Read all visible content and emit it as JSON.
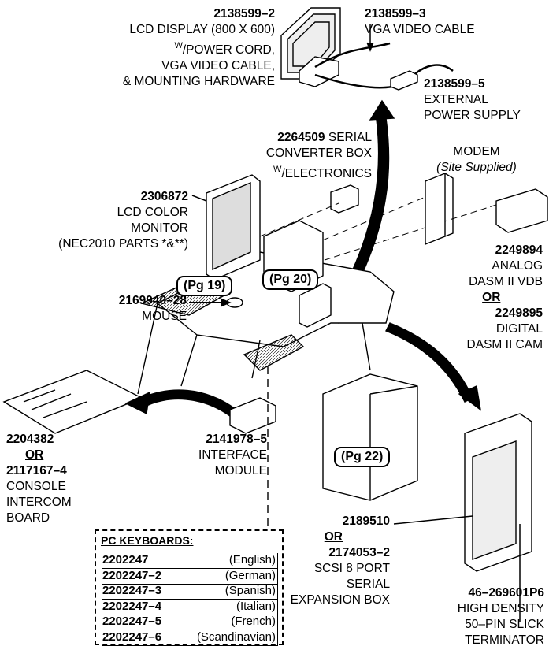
{
  "labels": {
    "lcd_display": {
      "pn": "2138599–2",
      "l1": "LCD DISPLAY (800 X 600)",
      "l2_sup": "W",
      "l2": "/POWER CORD,",
      "l3": "VGA VIDEO CABLE,",
      "l4": "& MOUNTING HARDWARE"
    },
    "vga_cable": {
      "pn": "2138599–3",
      "l1": "VGA VIDEO CABLE"
    },
    "power_supply": {
      "pn": "2138599–5",
      "l1": "EXTERNAL",
      "l2": "POWER SUPPLY"
    },
    "serial_converter": {
      "pn": "2264509",
      "l1": " SERIAL",
      "l2": "CONVERTER BOX",
      "l3_sup": "W",
      "l3": "/ELECTRONICS"
    },
    "modem": {
      "l1": "MODEM",
      "l2": "(Site Supplied)"
    },
    "lcd_monitor": {
      "pn": "2306872",
      "l1": "LCD COLOR",
      "l2": "MONITOR",
      "l3": "(NEC2010 PARTS *&**)"
    },
    "dasm": {
      "pn1": "2249894",
      "l1": "ANALOG",
      "l2": "DASM II VDB",
      "or": "OR",
      "pn2": "2249895",
      "l3": "DIGITAL",
      "l4": "DASM II CAM"
    },
    "mouse": {
      "pn": "2169940–28",
      "l1": "MOUSE"
    },
    "intercom": {
      "pn1": "2204382",
      "or": "OR",
      "pn2": "2117167–4",
      "l1": "CONSOLE",
      "l2": "INTERCOM",
      "l3": "BOARD"
    },
    "interface": {
      "pn": "2141978–5",
      "l1": "INTERFACE",
      "l2": "MODULE"
    },
    "scsi": {
      "pn1": "2189510",
      "or": "OR",
      "pn2": "2174053–2",
      "l1": "SCSI 8 PORT",
      "l2": "SERIAL",
      "l3": "EXPANSION BOX"
    },
    "terminator": {
      "pn": "46–269601P6",
      "l1": "HIGH DENSITY",
      "l2": "50–PIN SLICK",
      "l3": "TERMINATOR"
    }
  },
  "page_refs": {
    "pg19": "(Pg 19)",
    "pg20": "(Pg 20)",
    "pg22": "(Pg 22)"
  },
  "keyboards": {
    "title": "PC KEYBOARDS:",
    "items": [
      {
        "pn": "2202247",
        "lang": "(English)"
      },
      {
        "pn": "2202247–2",
        "lang": "(German)"
      },
      {
        "pn": "2202247–3",
        "lang": "(Spanish)"
      },
      {
        "pn": "2202247–4",
        "lang": "(Italian)"
      },
      {
        "pn": "2202247–5",
        "lang": "(French)"
      },
      {
        "pn": "2202247–6",
        "lang": "(Scandinavian)"
      }
    ]
  }
}
